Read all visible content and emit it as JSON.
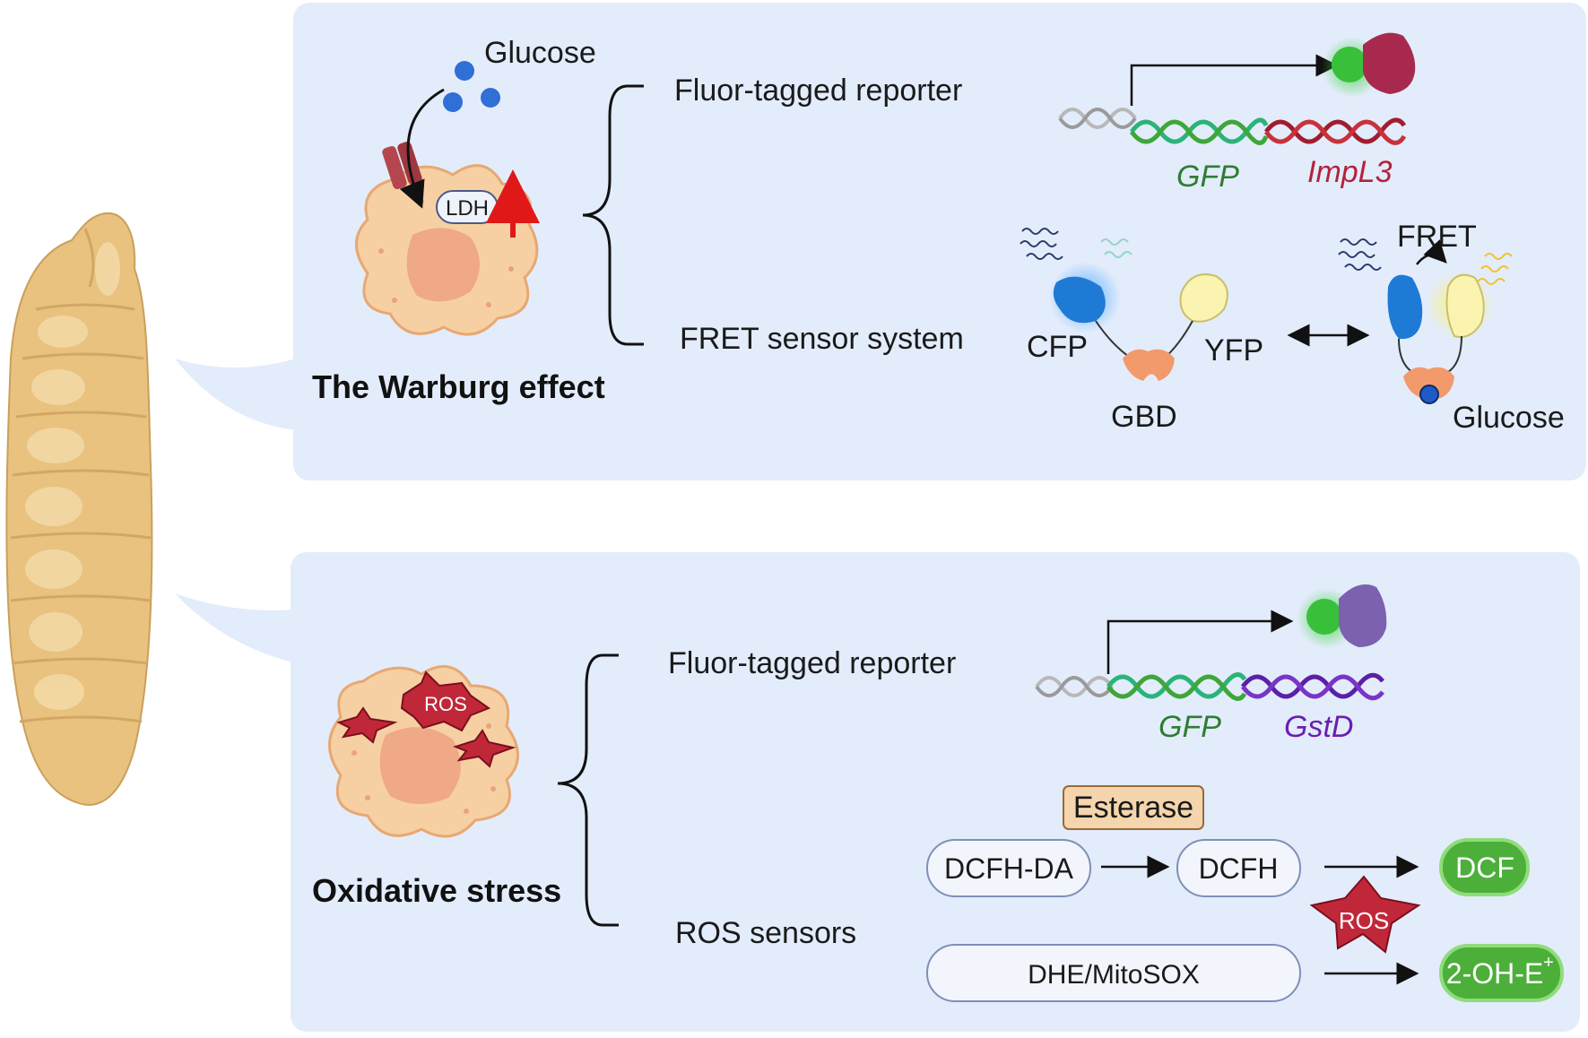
{
  "warburg": {
    "title": "The Warburg effect",
    "glucose": "Glucose",
    "ldh": "LDH",
    "reporter_label": "Fluor-tagged reporter",
    "fret_label": "FRET sensor system",
    "gene_gfp": "GFP",
    "gene_target": "ImpL3",
    "cfp": "CFP",
    "yfp": "YFP",
    "gbd": "GBD",
    "fret": "FRET",
    "fret_glucose": "Glucose"
  },
  "oxidative": {
    "title": "Oxidative stress",
    "ros_cell": "ROS",
    "reporter_label": "Fluor-tagged reporter",
    "sensors_label": "ROS sensors",
    "gene_gfp": "GFP",
    "gene_target": "GstD",
    "esterase": "Esterase",
    "dcfh_da": "DCFH-DA",
    "dcfh": "DCFH",
    "dcf": "DCF",
    "ros_star": "ROS",
    "dhe": "DHE/MitoSOX",
    "product": "2-OH-E",
    "product_sup": "+"
  },
  "colors": {
    "panel": "#e3ecfb",
    "larva": "#e8c27e",
    "gfp_green": "#2e7d32",
    "impl3_red": "#b3233a",
    "gstd_purple": "#6a1fb0",
    "cfp_blue": "#1f7ad6",
    "yfp_yellow": "#fbf4b0",
    "product_green": "#4caf3a",
    "ros_red": "#c0283a"
  }
}
